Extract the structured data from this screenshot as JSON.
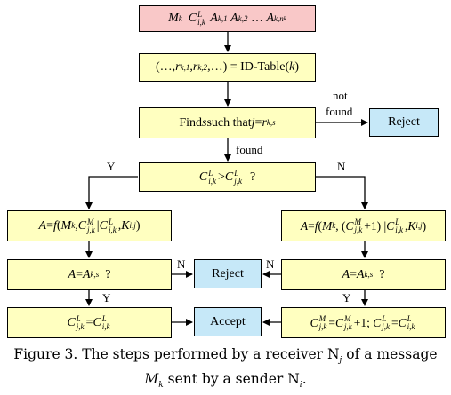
{
  "boxes": {
    "input": {
      "M": "M",
      "M_sub": "k",
      "C": "C",
      "C_sup": "L",
      "C_sub": "i,k",
      "A1": "A",
      "A1_sub": "k,1",
      "A2": "A",
      "A2_sub": "k,2",
      "dots": "…",
      "An": "A",
      "An_sub": "k,n",
      "An_subsub": "k"
    },
    "lookup": {
      "text_pre": "(…, ",
      "r1": "r",
      "r1_sub": "k,1",
      "sep": ", ",
      "r2": "r",
      "r2_sub": "k,2",
      "text_mid": ",…) = ID-Table(",
      "k": "k",
      "text_end": ")"
    },
    "find": {
      "pre": "Find ",
      "s": "s",
      "mid": " such that ",
      "j": "j",
      "eq": " = ",
      "r": "r",
      "r_sub": "k,s"
    },
    "reject_top": "Reject",
    "compare": {
      "C1": "C",
      "C1_sup": "L",
      "C1_sub": "i,k",
      "op": " > ",
      "C2": "C",
      "C2_sup": "L",
      "C2_sub": "j,k",
      "q": "  ?"
    },
    "compute_left": {
      "A": "A",
      "eq": " = ",
      "f": "f",
      "open": " (",
      "M": "M",
      "M_sub": "k",
      "comma1": ", ",
      "CM": "C",
      "CM_sup": "M",
      "CM_sub": "j,k",
      "bar": " | ",
      "CL": "C",
      "CL_sup": "L",
      "CL_sub": "i,k",
      "comma2": ", ",
      "K": "K",
      "K_sub": "i,j",
      "close": ")"
    },
    "compute_right": {
      "A": "A",
      "eq": " = ",
      "f": "f",
      "open": "(",
      "M": "M",
      "M_sub": "k",
      "comma1": ", (",
      "CM": "C",
      "CM_sup": "M",
      "CM_sub": "j,k",
      "plus": "+1) | ",
      "CL": "C",
      "CL_sup": "L",
      "CL_sub": "i,k",
      "comma2": ", ",
      "K": "K",
      "K_sub": "i,j",
      "close": ")"
    },
    "check_left": {
      "A": "A",
      "eq": " = ",
      "A2": "A",
      "A2_sub": "k,s",
      "q": "  ?"
    },
    "check_right": {
      "A": "A",
      "eq": " = ",
      "A2": "A",
      "A2_sub": "k,s",
      "q": "  ?"
    },
    "reject_mid": "Reject",
    "update_left": {
      "C1": "C",
      "C1_sup": "L",
      "C1_sub": "j,k",
      "eq": " = ",
      "C2": "C",
      "C2_sup": "L",
      "C2_sub": "i,k"
    },
    "accept": "Accept",
    "update_right": {
      "C1": "C",
      "C1_sup": "M",
      "C1_sub": "j,k",
      "eq": " = ",
      "C2": "C",
      "C2_sup": "M",
      "C2_sub": "j,k",
      "plus": "+1; ",
      "C3": "C",
      "C3_sup": "L",
      "C3_sub": "j,k",
      "eq2": " = ",
      "C4": "C",
      "C4_sup": "L",
      "C4_sub": "i,k"
    }
  },
  "edge_labels": {
    "not": "not",
    "found_side": "found",
    "found": "found",
    "Y_left": "Y",
    "N_right": "N",
    "N_left": "N",
    "N_right2": "N",
    "Y_left2": "Y",
    "Y_right2": "Y"
  },
  "caption": {
    "line1": "Figure 3. The steps performed by a receiver N",
    "line1_sub": "j",
    "line1_mid": " of a message",
    "line2_M": "M",
    "line2_M_sub": "k",
    "line2_mid": " sent by a sender N",
    "line2_sub": "i",
    "line2_end": "."
  },
  "colors": {
    "yellow": "#ffffc0",
    "pink": "#f9c8c8",
    "blue": "#c6e8f8"
  }
}
